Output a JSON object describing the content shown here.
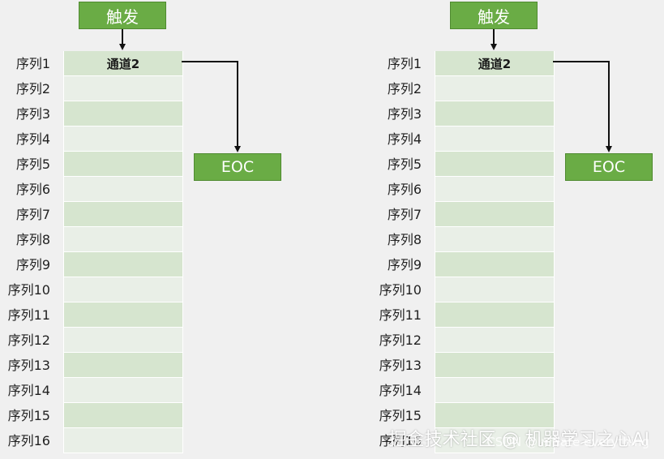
{
  "diagrams": [
    {
      "trigger_label": "触发",
      "channel_label": "通道2",
      "eoc_label": "EOC",
      "sequence_labels": [
        "序列1",
        "序列2",
        "序列3",
        "序列4",
        "序列5",
        "序列6",
        "序列7",
        "序列8",
        "序列9",
        "序列10",
        "序列11",
        "序列12",
        "序列13",
        "序列14",
        "序列15",
        "序列16"
      ]
    },
    {
      "trigger_label": "触发",
      "channel_label": "通道2",
      "eoc_label": "EOC",
      "sequence_labels": [
        "序列1",
        "序列2",
        "序列3",
        "序列4",
        "序列5",
        "序列6",
        "序列7",
        "序列8",
        "序列9",
        "序列10",
        "序列11",
        "序列12",
        "序列13",
        "序列14",
        "序列15",
        "序列16"
      ]
    }
  ],
  "watermark": {
    "text": "掘金技术社区 @ 机器学习之心AI",
    "subtext": "CSDN @Initiate everything"
  },
  "colors": {
    "box_fill": "#6aac45",
    "row_dark": "#d6e5cf",
    "row_light": "#e9efe7",
    "background": "#f0f0f0"
  }
}
